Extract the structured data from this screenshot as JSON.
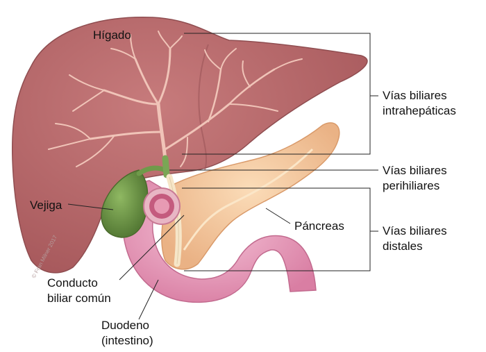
{
  "labels": {
    "liver": "Hígado",
    "gallbladder": "Vejiga",
    "pancreas": "Páncreas",
    "common_duct_line1": "Conducto",
    "common_duct_line2": "biliar común",
    "duodenum_line1": "Duodeno",
    "duodenum_line2": "(intestino)",
    "intrahepatic_line1": "Vías biliares",
    "intrahepatic_line2": "intrahepáticas",
    "perihilar_line1": "Vías biliares",
    "perihilar_line2": "perihiliares",
    "distal_line1": "Vías biliares",
    "distal_line2": "distales"
  },
  "copyright": "© Fran Milner 2017",
  "colors": {
    "liver": "#b8676a",
    "liver_dark": "#9c5355",
    "bile_ducts": "#f0c4b8",
    "gallbladder": "#6f9a4a",
    "pancreas": "#f4c9a0",
    "duodenum": "#e9a3c0",
    "common_duct": "#f6e6c8"
  }
}
